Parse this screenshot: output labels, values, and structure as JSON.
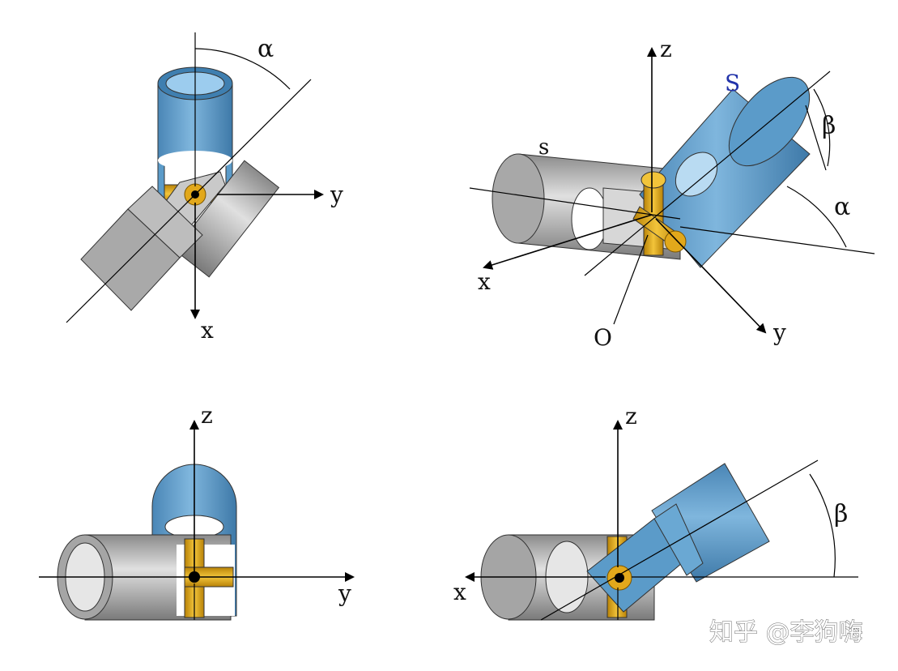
{
  "panels": {
    "top_left": {
      "angle_label": "α",
      "axis_y": "y",
      "axis_x": "x"
    },
    "top_right": {
      "label_z": "z",
      "label_S": "S",
      "label_s": "s",
      "label_beta": "β",
      "label_alpha": "α",
      "label_x": "x",
      "label_y": "y",
      "label_O": "O"
    },
    "bottom_left": {
      "axis_z": "z",
      "axis_y": "y"
    },
    "bottom_right": {
      "axis_z": "z",
      "axis_x": "x",
      "angle_label": "β"
    }
  },
  "watermark": "知乎 @李狗嗨",
  "colors": {
    "blue_part": "#5b9bc9",
    "grey_part": "#b9b9b9",
    "gold_part": "#e2a81b"
  }
}
